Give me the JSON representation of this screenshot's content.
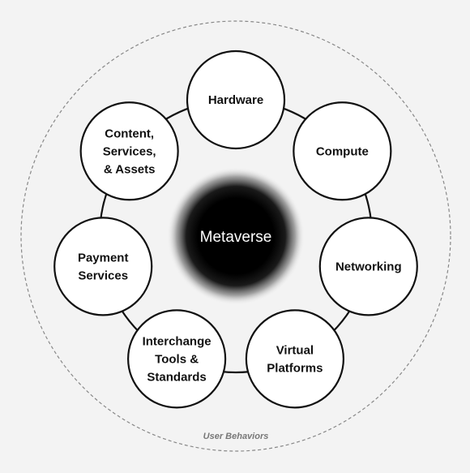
{
  "center": {
    "label": "Metaverse"
  },
  "outer_ring": {
    "label": "User Behaviors"
  },
  "nodes": [
    {
      "id": "hardware",
      "lines": [
        "Hardware"
      ]
    },
    {
      "id": "compute",
      "lines": [
        "Compute"
      ]
    },
    {
      "id": "networking",
      "lines": [
        "Networking"
      ]
    },
    {
      "id": "virtual-platforms",
      "lines": [
        "Virtual",
        "Platforms"
      ]
    },
    {
      "id": "interchange-tools-standards",
      "lines": [
        "Interchange",
        "Tools &",
        "Standards"
      ]
    },
    {
      "id": "payment-services",
      "lines": [
        "Payment",
        "Services"
      ]
    },
    {
      "id": "content-services-assets",
      "lines": [
        "Content,",
        "Services,",
        "& Assets"
      ]
    }
  ],
  "colors": {
    "background": "#f3f3f3",
    "node_fill": "#ffffff",
    "stroke": "#111111",
    "dashed_ring": "#888888",
    "center_core": "#000000"
  }
}
